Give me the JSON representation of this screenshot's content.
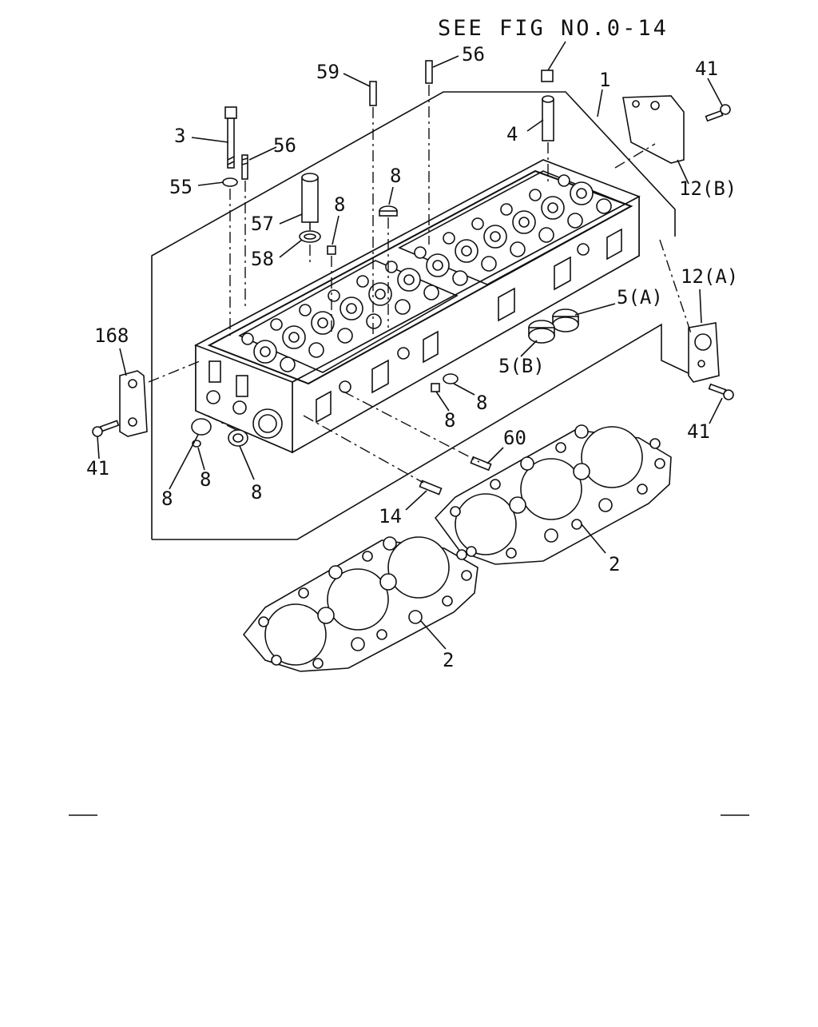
{
  "reference_note": "SEE FIG NO.0-14",
  "callouts": {
    "c1": "1",
    "c2a": "2",
    "c2b": "2",
    "c3": "3",
    "c4": "4",
    "c5a": "5(A)",
    "c5b": "5(B)",
    "c8a": "8",
    "c8b": "8",
    "c8c": "8",
    "c8d": "8",
    "c8e": "8",
    "c8f": "8",
    "c8g": "8",
    "c12a": "12(A)",
    "c12b": "12(B)",
    "c14": "14",
    "c41a": "41",
    "c41b": "41",
    "c41c": "41",
    "c55": "55",
    "c56a": "56",
    "c56b": "56",
    "c57": "57",
    "c58": "58",
    "c59": "59",
    "c60": "60",
    "c168": "168"
  }
}
